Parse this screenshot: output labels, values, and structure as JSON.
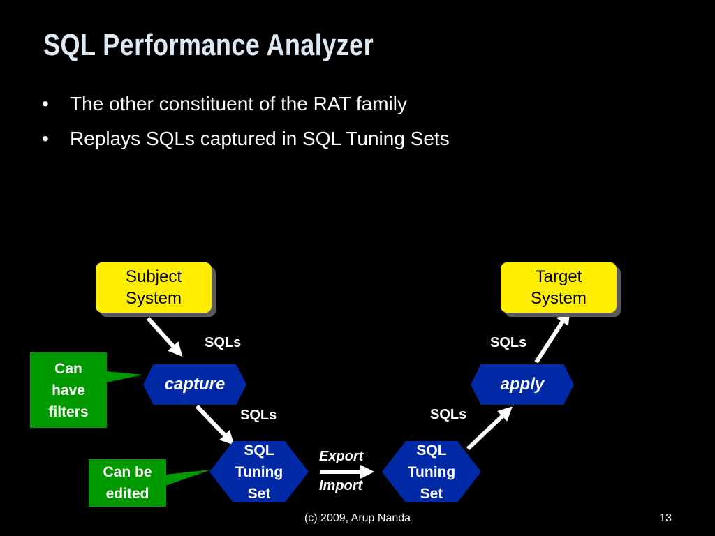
{
  "title": "SQL Performance Analyzer",
  "bullets": [
    "The other constituent of the RAT family",
    "Replays SQLs captured in SQL Tuning Sets"
  ],
  "bullet_glyph": "•",
  "diagram": {
    "subject_system": "Subject\nSystem",
    "target_system": "Target\nSystem",
    "capture": "capture",
    "apply": "apply",
    "sql_tuning_set": "SQL\nTuning\nSet",
    "sqls": "SQLs",
    "export": "Export",
    "import": "Import",
    "note_filters": "Can\nhave\nfilters",
    "note_edited": "Can be\nedited"
  },
  "footer": "(c) 2009, Arup Nanda",
  "page_number": "13",
  "colors": {
    "background": "#000000",
    "system_box": "#ffee00",
    "process": "#002aa5",
    "note": "#009a00",
    "title": "#dde9f3"
  }
}
